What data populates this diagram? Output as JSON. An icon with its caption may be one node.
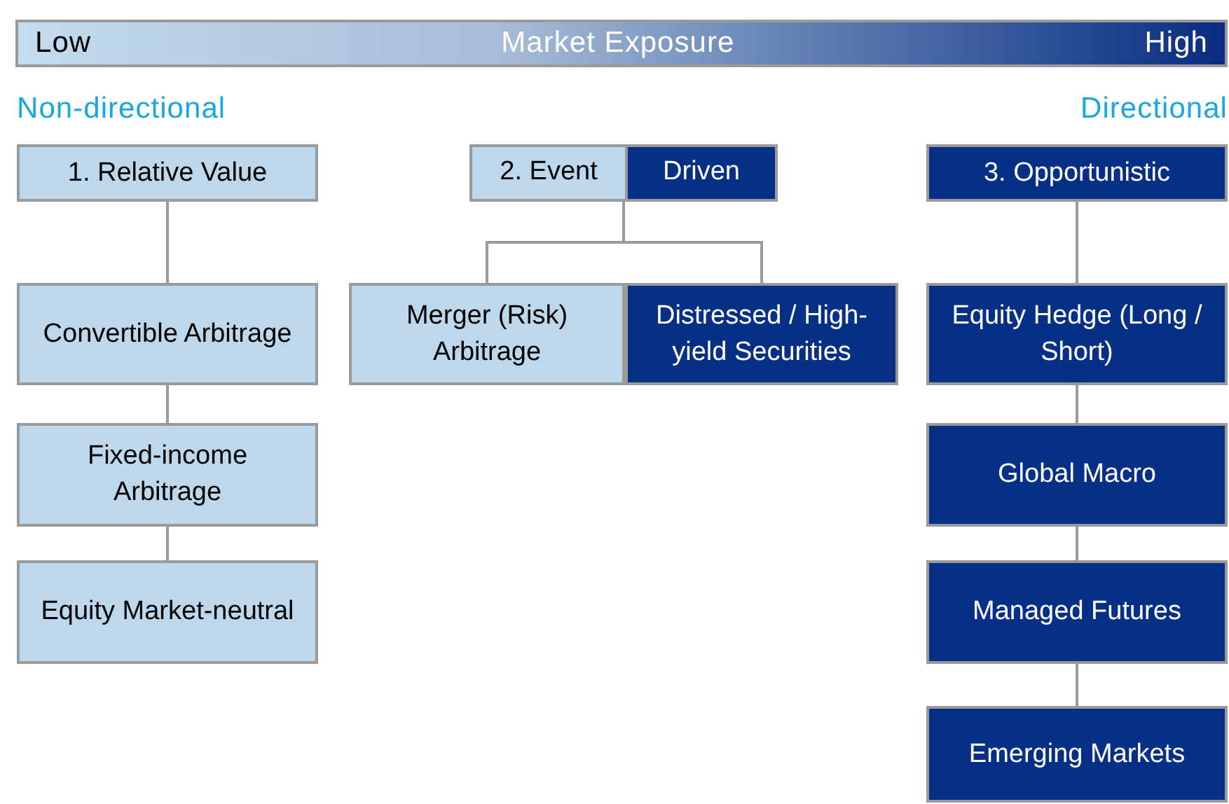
{
  "diagram": {
    "nodes": [
      {
        "text": [
          "Low",
          "Market Exposure",
          "High"
        ]
      },
      {
        "text": [
          "1.  Relative Value"
        ]
      },
      {
        "text": [
          "2.  Event",
          "Driven"
        ]
      },
      {
        "text": [
          "3.  Opportunistic"
        ]
      },
      {
        "text": [
          "Convertible Arbitrage"
        ]
      },
      {
        "text": [
          "Fixed-income Arbitrage"
        ]
      },
      {
        "text": [
          "Equity Market-neutral"
        ]
      },
      {
        "text": [
          "Merger (Risk) Arbitrage"
        ]
      },
      {
        "text": [
          "Distressed / High-yield Securities"
        ]
      },
      {
        "text": [
          "Equity Hedge (Long / Short)"
        ]
      },
      {
        "text": [
          "Global Macro"
        ]
      },
      {
        "text": [
          "Managed Futures"
        ]
      },
      {
        "text": [
          "Emerging Markets"
        ]
      }
    ],
    "edges": [
      {
        "from": 1,
        "to": 4,
        "arrow": "none"
      },
      {
        "from": 4,
        "to": 5,
        "arrow": "none"
      },
      {
        "from": 5,
        "to": 6,
        "arrow": "none"
      },
      {
        "from": 2,
        "to": 7,
        "arrow": "none"
      },
      {
        "from": 2,
        "to": 8,
        "arrow": "none"
      },
      {
        "from": 3,
        "to": 9,
        "arrow": "none"
      },
      {
        "from": 9,
        "to": 10,
        "arrow": "none"
      },
      {
        "from": 10,
        "to": 11,
        "arrow": "none"
      },
      {
        "from": 11,
        "to": 12,
        "arrow": "none"
      }
    ],
    "labels": [
      "Non-directional",
      "Directional"
    ]
  }
}
